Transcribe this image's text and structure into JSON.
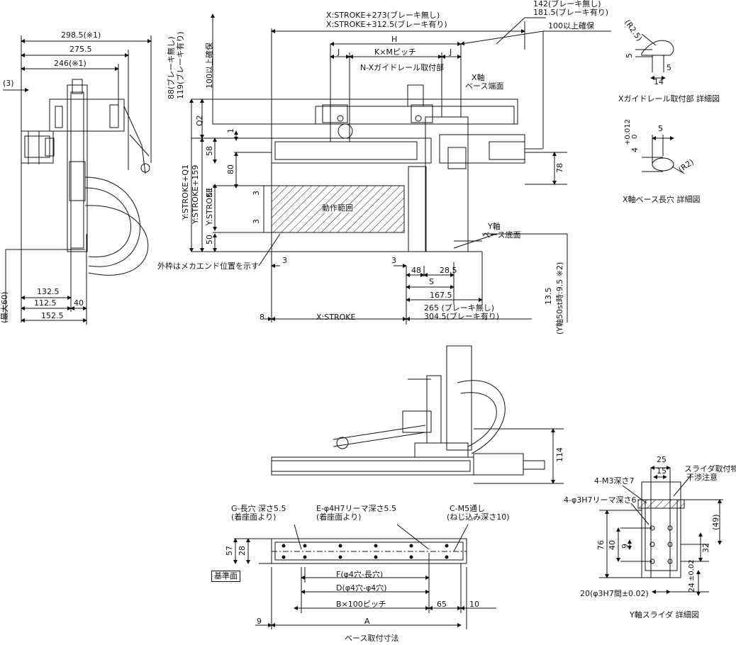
{
  "top_view": {
    "x_stroke_273": "X:STROKE+273(ブレーキ無し)",
    "x_stroke_312": "X:STROKE+312.5(ブレーキ有り)",
    "dim_142": "142(ブレーキ無し)",
    "dim_181": "181.5(ブレーキ有り)",
    "clearance_right": "100以上確保",
    "clearance_left": "100以上確保",
    "brake_88": "88(ブレーキ無し)",
    "brake_119": "119(ブレーキ有り)",
    "h": "H",
    "j_left": "J",
    "j_right": "J",
    "kxm": "K×Mピッチ",
    "n_guide": "N-Xガイドレール取付部",
    "x_axis_end": "X軸",
    "x_axis_end2": "ベース端面",
    "q2": "Q2",
    "d1": "1",
    "d58": "58",
    "d80": "80",
    "d51": "51",
    "d50": "50",
    "d3a": "3",
    "d3b": "3",
    "d78": "78",
    "y_stroke_q1": "Y:STROKE+Q1",
    "y_stroke_159": "Y:STROKE+159",
    "y_stroke": "Y:STROKE",
    "motion_range": "動作範囲",
    "y_axis_base": "Y軸",
    "y_axis_base2": "ベース底面",
    "outer_frame": "外枠はメカエンド位置を示す",
    "d3c": "3",
    "d3d": "3",
    "d48": "48",
    "d28_5": "28.5",
    "s": "S",
    "d167_5": "167.5",
    "d265": "265 (ブレーキ無し)",
    "d304": "304.5(ブレーキ有り)",
    "d13_5": "13.5",
    "y50st": "(Y軸50st時:9.5 ※2)",
    "d8": "8",
    "x_stroke": "X:STROKE"
  },
  "side_view": {
    "d298": "298.5(※1)",
    "d275": "275.5",
    "d246": "246(※1)",
    "d3": "(3)",
    "d132": "132.5",
    "d112": "112.5",
    "d40": "40",
    "d152": "152.5",
    "max60": "(最大60)"
  },
  "details": {
    "r2_5": "(R2.5)",
    "d5a": "5",
    "d5b": "5",
    "d14": "14",
    "x_guide_detail": "Xガイドレール取付部 詳細図",
    "tol": "+0.012",
    "tol0": "0",
    "d4": "4",
    "d5c": "5",
    "r2": "(R2)",
    "x_base_slot": "X軸ベース長穴 詳細図"
  },
  "front_view": {
    "d114": "114"
  },
  "base_view": {
    "g_slot": "G-長穴 深さ5.5",
    "g_slot2": "(着座面より)",
    "e_hole": "E-φ4H7リーマ深さ5.5",
    "e_hole2": "(着座面より)",
    "c_m5": "C-M5通し",
    "c_m5_2": "(ねじ込み深さ10)",
    "d57": "57",
    "d28": "28",
    "ref_surface": "基準面",
    "f": "F(φ4穴-長穴)",
    "d": "D(φ4穴-φ4穴)",
    "bx100": "B×100ピッチ",
    "d65": "65",
    "d10": "10",
    "d9": "9",
    "a": "A",
    "title": "ベース取付寸法"
  },
  "slider_view": {
    "d25": "25",
    "d15": "15",
    "m3": "4-M3深さ7",
    "phi3": "4-φ3H7リーマ深さ6",
    "slider_mount": "スライダ取付物",
    "interference": "干渉注意",
    "d49": "(49)",
    "d76": "76",
    "d40": "40",
    "d9": "9",
    "d32": "32",
    "d24": "24",
    "tol02": "±0.02",
    "phi_pitch": "20(φ3H7間±0.02)",
    "title": "Y軸スライダ 詳細図"
  }
}
